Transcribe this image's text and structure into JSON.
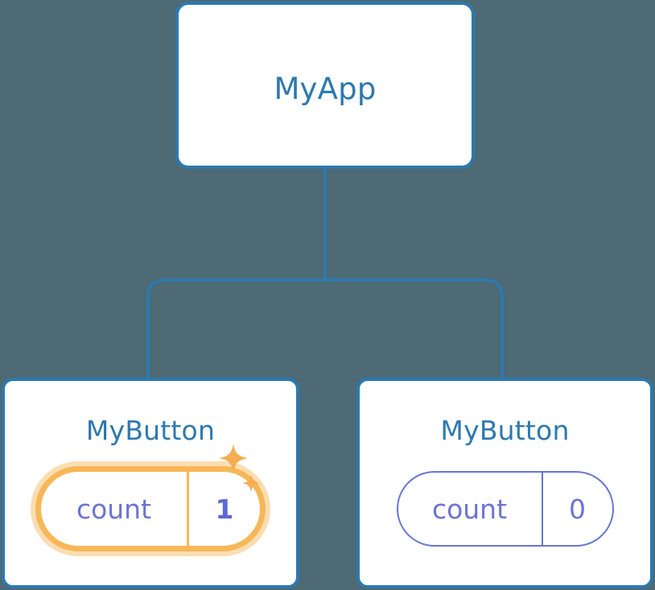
{
  "diagram": {
    "type": "component-tree",
    "background_color": "#4d6a75",
    "edge_color": "#2d79ae",
    "card_border_color": "#2d79ae",
    "card_fill_color": "#ffffff",
    "title_color": "#2d79ae",
    "state_color": "#6b74d4",
    "highlight_color": "#f7b757",
    "highlight_glow_color": "#fbddb2",
    "highlight_value_color": "#5b6ad6"
  },
  "nodes": {
    "root": {
      "title": "MyApp"
    },
    "child_left": {
      "title": "MyButton",
      "state": {
        "key": "count",
        "value": "1",
        "highlighted": true
      }
    },
    "child_right": {
      "title": "MyButton",
      "state": {
        "key": "count",
        "value": "0",
        "highlighted": false
      }
    }
  },
  "icons": {
    "sparkle_large": "sparkle-icon",
    "sparkle_small": "sparkle-small-icon"
  }
}
